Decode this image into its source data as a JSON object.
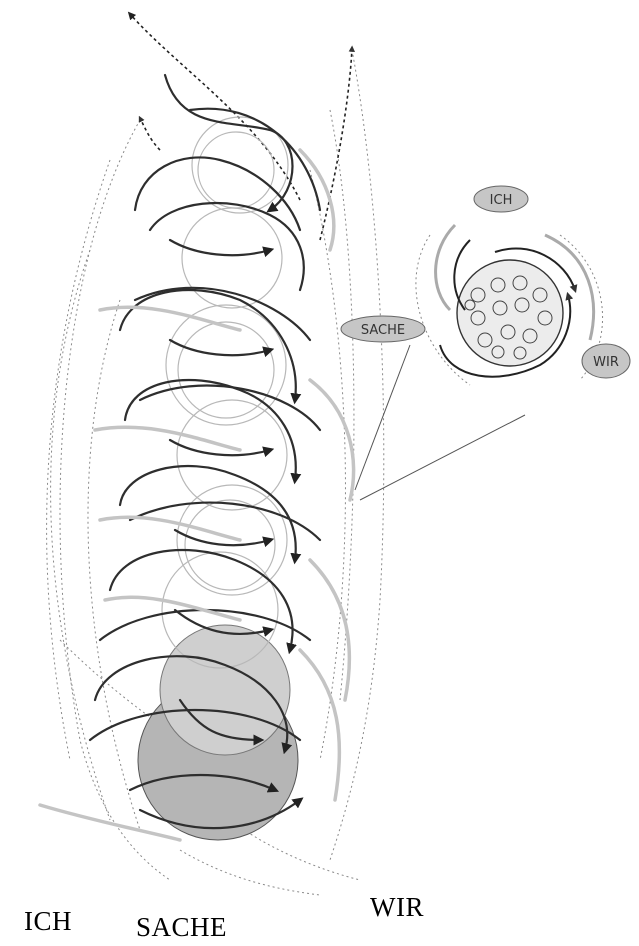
{
  "labels": {
    "ich": "ICH",
    "sache": "SACHE",
    "wir": "WIR"
  },
  "inset": {
    "ich": "ICH",
    "sache": "SACHE",
    "wir": "WIR"
  },
  "colors": {
    "stroke_dark": "#2e2e2e",
    "stroke_light": "#b8b8b8",
    "shade": "#b5b5b5",
    "dotted": "#8a8a8a"
  }
}
